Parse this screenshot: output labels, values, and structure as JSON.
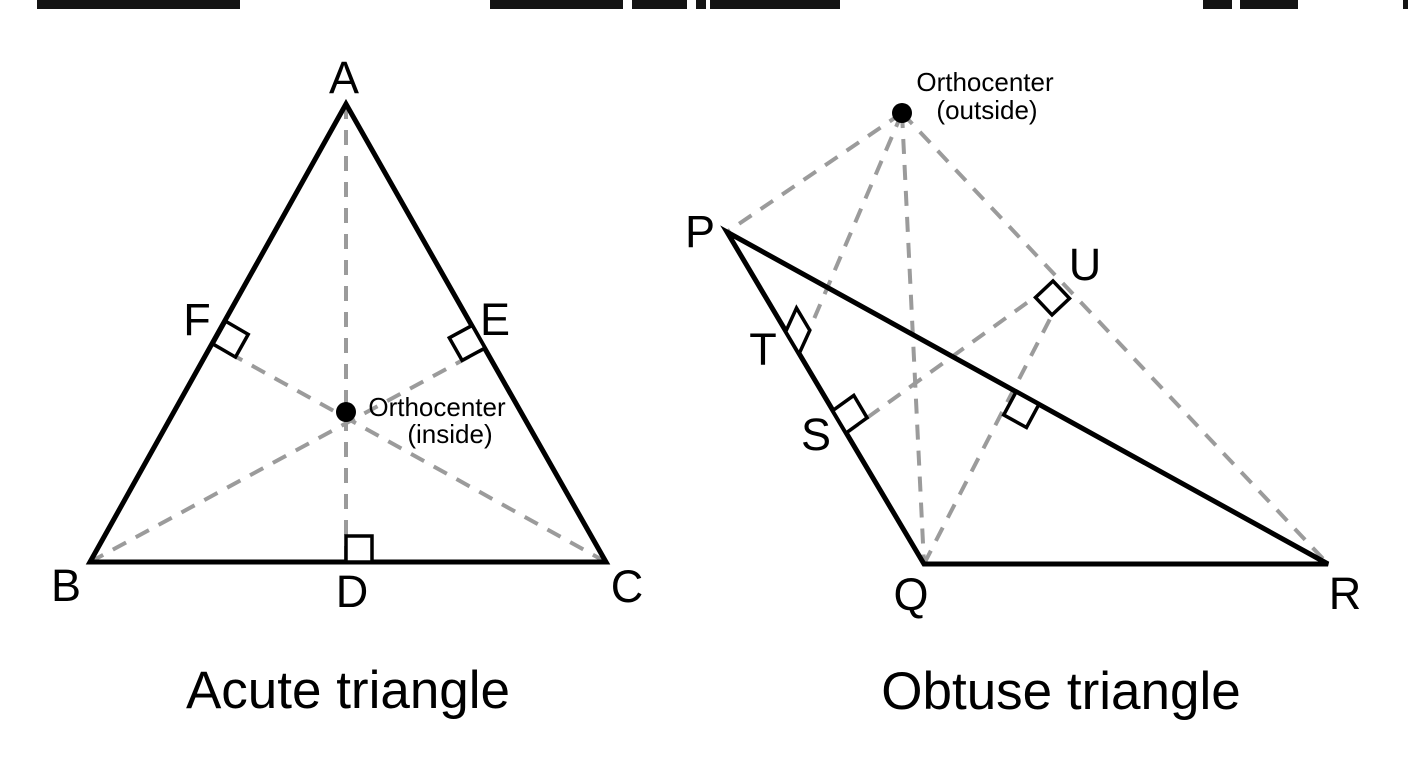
{
  "colors": {
    "background": "#ffffff",
    "solid_line": "#000000",
    "dashed_line": "#9b9b9b",
    "text": "#000000",
    "top_bar_fragments": "#141414"
  },
  "left_figure": {
    "caption": "Acute triangle",
    "vertices": {
      "top": "A",
      "bottom_left": "B",
      "bottom_right": "C"
    },
    "altitude_feet": {
      "base": "D",
      "right_side": "E",
      "left_side": "F"
    },
    "orthocenter": {
      "label_line1": "Orthocenter",
      "label_line2": "(inside)"
    }
  },
  "right_figure": {
    "caption": "Obtuse triangle",
    "vertices": {
      "top_left": "P",
      "bottom": "Q",
      "bottom_right": "R"
    },
    "points": {
      "upper_on_pq": "T",
      "lower_on_pq": "S",
      "outer_foot": "U"
    },
    "orthocenter": {
      "label_line1": "Orthocenter",
      "label_line2": "(outside)"
    }
  }
}
